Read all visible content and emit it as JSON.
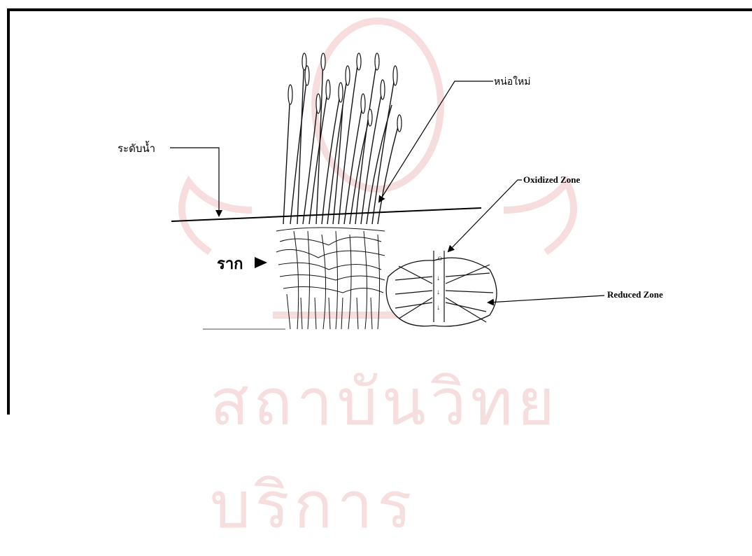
{
  "labels": {
    "water_level": "ระดับน้ำ",
    "new_shoot": "หน่อใหม่",
    "oxidized_zone": "Oxidized  Zone",
    "reduced_zone": "Reduced Zone",
    "root": "ราก"
  },
  "watermark": {
    "text": "สถาบันวิทยบริการ"
  },
  "colors": {
    "frame": "#000000",
    "ink": "#111111",
    "watermark": "#f6dede",
    "seal": "#f3c6c6"
  }
}
